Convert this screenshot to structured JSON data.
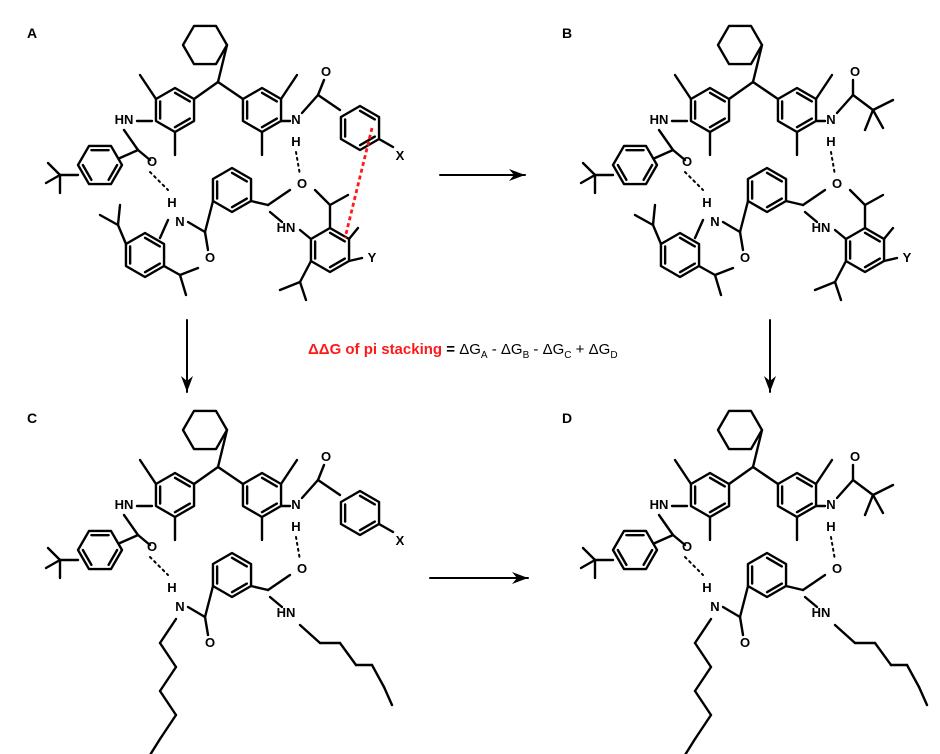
{
  "panels": [
    {
      "label": "A",
      "right_group": "aryl-amide",
      "bottom": "aryl",
      "pi_stack": true,
      "x_label": "X",
      "y_label": "Y"
    },
    {
      "label": "B",
      "right_group": "pivaloyl",
      "bottom": "aryl",
      "pi_stack": false,
      "y_label": "Y"
    },
    {
      "label": "C",
      "right_group": "aryl-amide",
      "bottom": "hexyl",
      "pi_stack": false,
      "x_label": "X"
    },
    {
      "label": "D",
      "right_group": "pivaloyl",
      "bottom": "hexyl",
      "pi_stack": false
    }
  ],
  "atoms": {
    "HN": "HN",
    "N": "N",
    "H": "H",
    "O": "O"
  },
  "equation": {
    "lhs": "ΔΔG of pi stacking",
    "eq": " = ",
    "terms": [
      {
        "sign": "",
        "sym": "ΔG",
        "sub": "A"
      },
      {
        "sign": " - ",
        "sym": "ΔG",
        "sub": "B"
      },
      {
        "sign": " - ",
        "sym": "ΔG",
        "sub": "C"
      },
      {
        "sign": " + ",
        "sym": "ΔG",
        "sub": "D"
      }
    ]
  },
  "colors": {
    "highlight": "#ff1a1a",
    "bond": "#000000"
  }
}
